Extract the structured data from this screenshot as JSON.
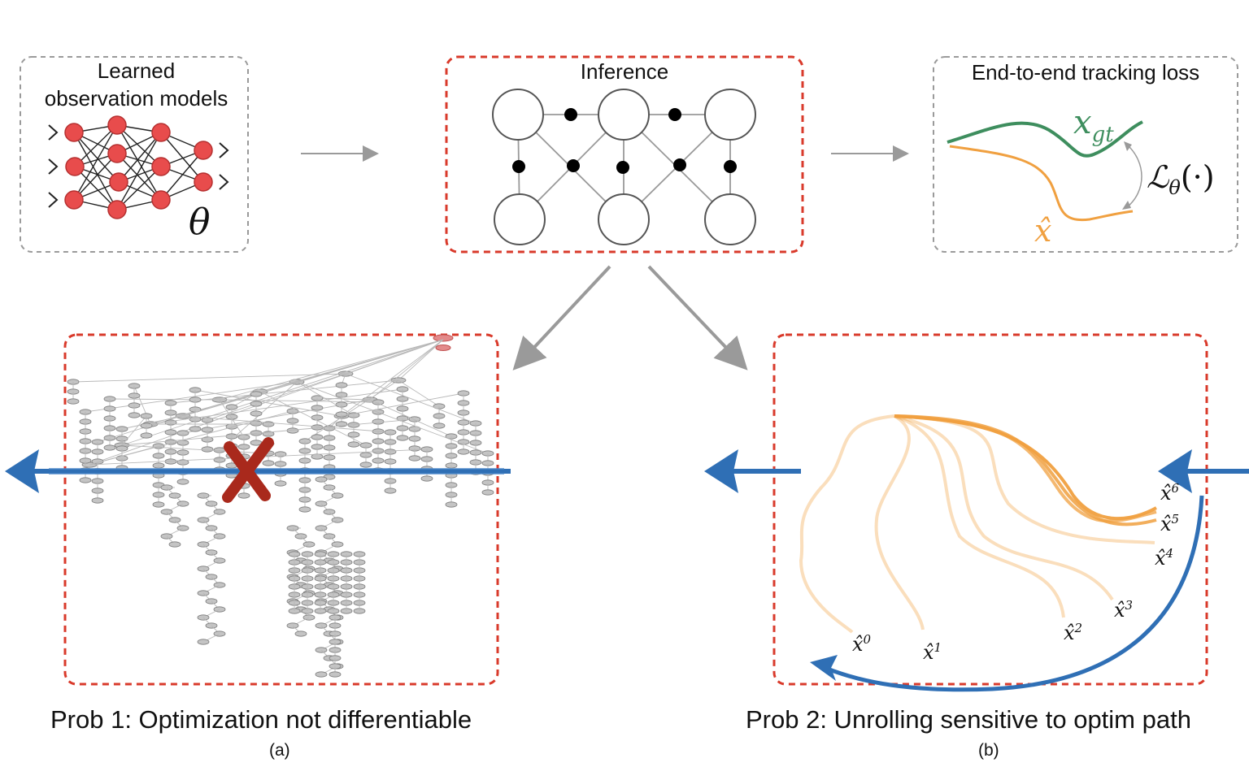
{
  "panels": {
    "models_title": [
      "Learned",
      "observation models"
    ],
    "model_param": "θ",
    "inference_title": "Inference",
    "loss_title": "End-to-end tracking loss",
    "loss_gt": "x",
    "loss_gt_sub": "gt",
    "loss_est": "x̂",
    "loss_symbol": "ℒ",
    "loss_symbol_sub": "θ",
    "loss_arg": "(·)"
  },
  "problems": {
    "prob1_caption": "Prob 1: Optimization not differentiable",
    "prob1_sub": "(a)",
    "prob2_caption": "Prob 2: Unrolling sensitive to optim path",
    "prob2_sub": "(b)",
    "iterate_base": "x̂",
    "iterates": [
      "0",
      "1",
      "2",
      "3",
      "4",
      "5",
      "6"
    ]
  },
  "colors": {
    "red_dash": "#d93a2b",
    "gray_dash": "#9a9a9a",
    "node_red": "#e84c4c",
    "gt_green": "#3e8e5e",
    "est_orange": "#f0a040",
    "grad_blue": "#2f6fb5",
    "cross_red": "#a9291c",
    "graph_gray": "#bdbdbd"
  }
}
